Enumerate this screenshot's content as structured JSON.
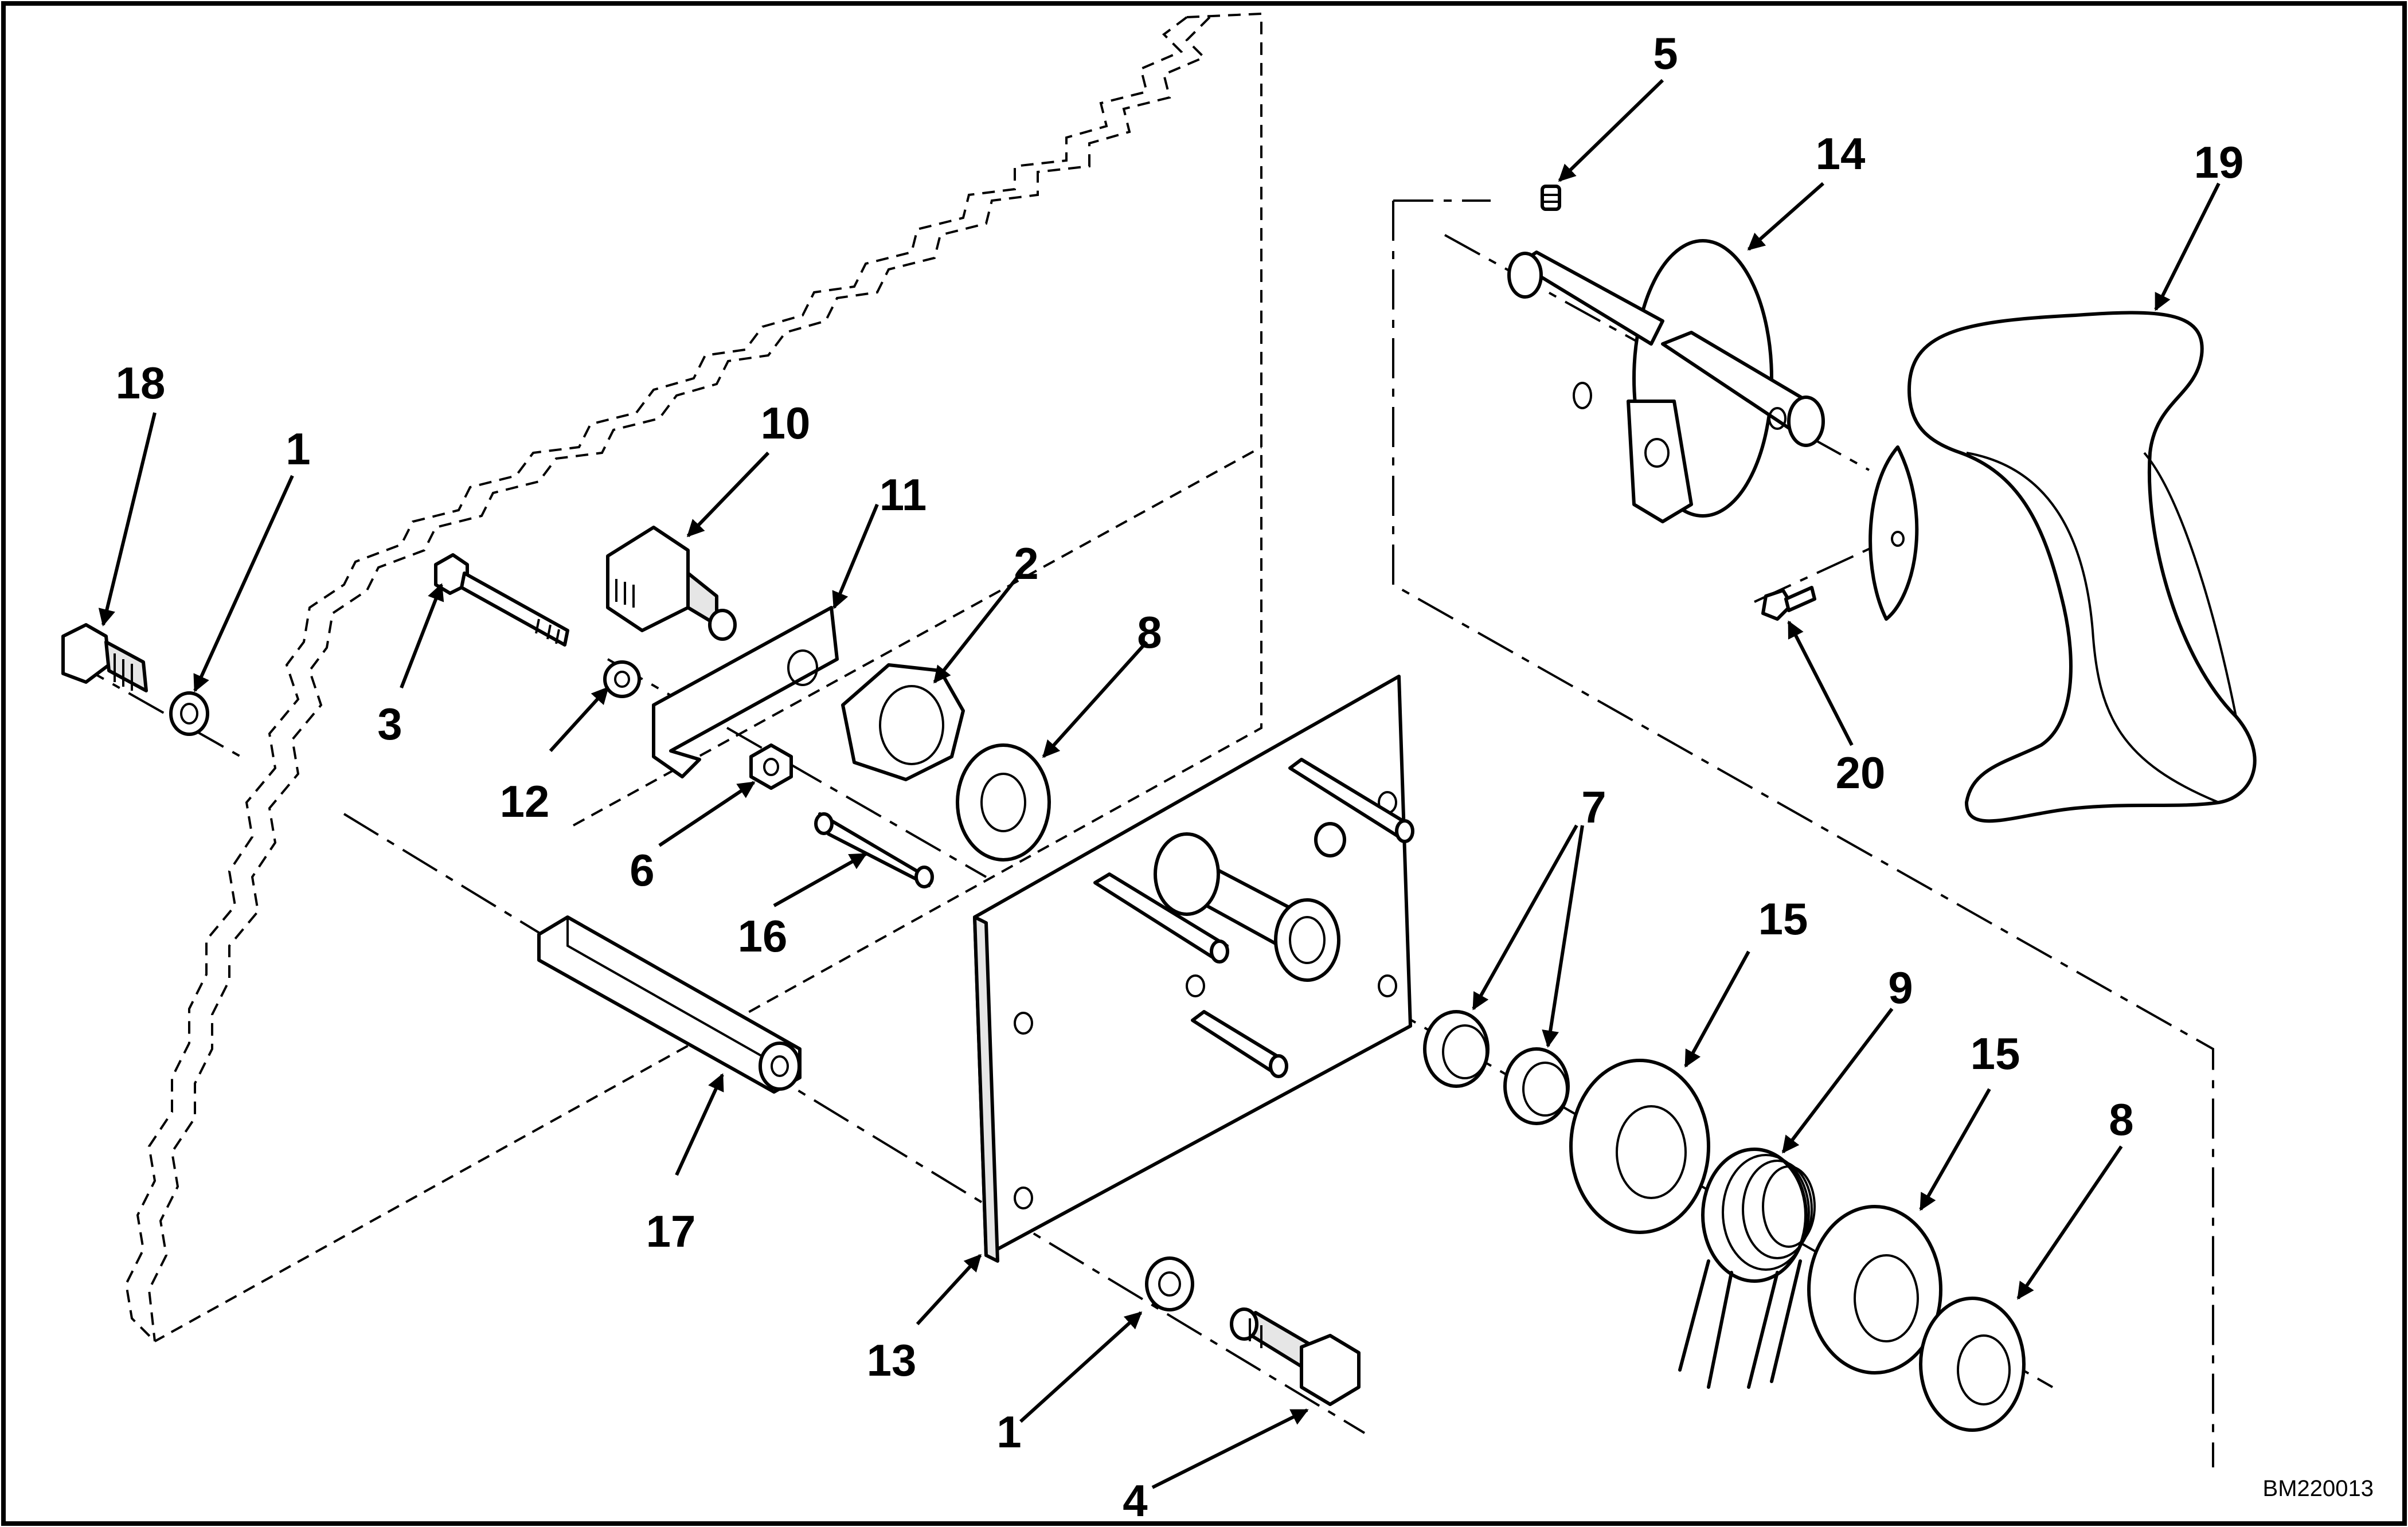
{
  "drawing_id": "BM220013",
  "parts": [
    {
      "ref": "18",
      "label": "18"
    },
    {
      "ref": "1a",
      "label": "1"
    },
    {
      "ref": "10",
      "label": "10"
    },
    {
      "ref": "11",
      "label": "11"
    },
    {
      "ref": "3",
      "label": "3"
    },
    {
      "ref": "12",
      "label": "12"
    },
    {
      "ref": "6",
      "label": "6"
    },
    {
      "ref": "2",
      "label": "2"
    },
    {
      "ref": "8a",
      "label": "8"
    },
    {
      "ref": "16",
      "label": "16"
    },
    {
      "ref": "17",
      "label": "17"
    },
    {
      "ref": "13",
      "label": "13"
    },
    {
      "ref": "1b",
      "label": "1"
    },
    {
      "ref": "4",
      "label": "4"
    },
    {
      "ref": "5",
      "label": "5"
    },
    {
      "ref": "14",
      "label": "14"
    },
    {
      "ref": "19",
      "label": "19"
    },
    {
      "ref": "20",
      "label": "20"
    },
    {
      "ref": "7",
      "label": "7"
    },
    {
      "ref": "15a",
      "label": "15"
    },
    {
      "ref": "9",
      "label": "9"
    },
    {
      "ref": "15b",
      "label": "15"
    },
    {
      "ref": "8b",
      "label": "8"
    }
  ]
}
